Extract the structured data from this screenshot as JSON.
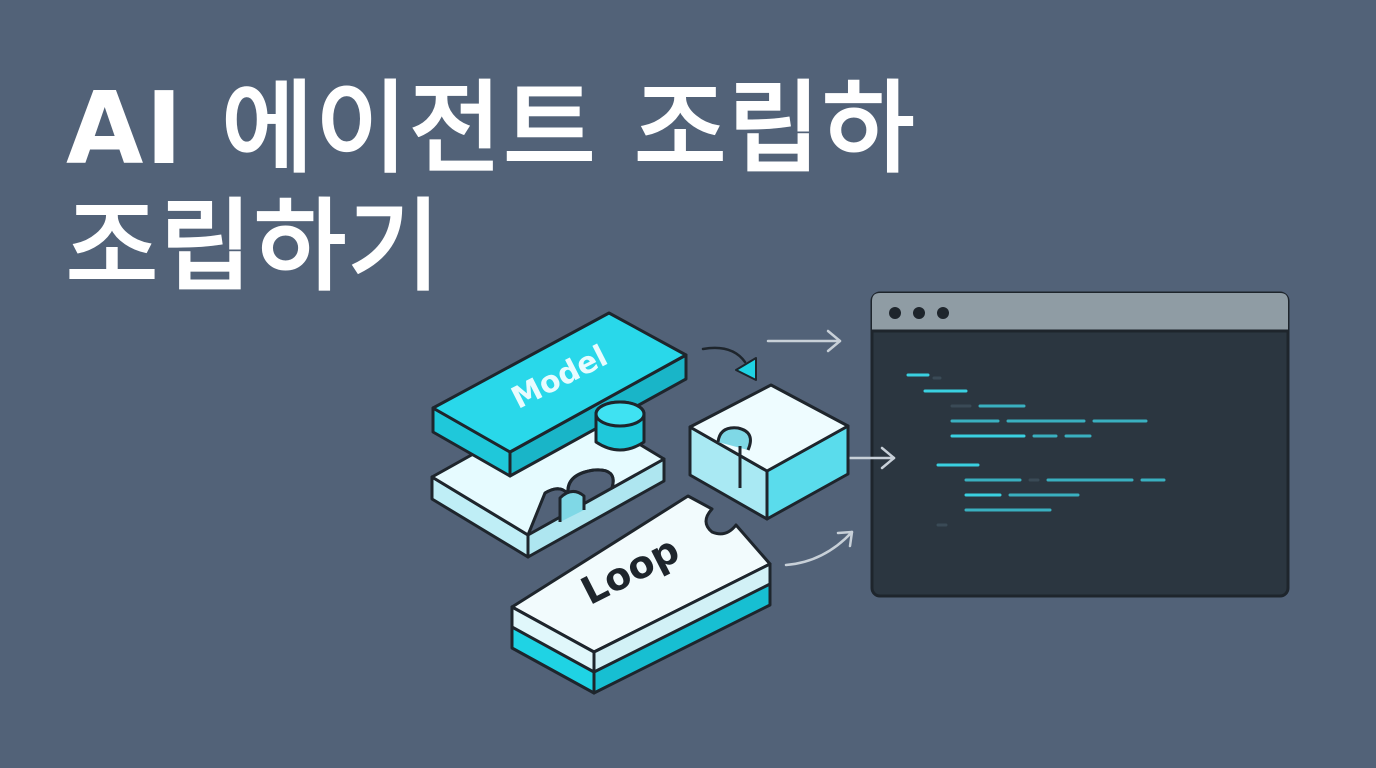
{
  "title": {
    "line1": "AI 에이전트 조립하",
    "line2": "조립하기"
  },
  "pieces": {
    "model_label": "Model",
    "loop_label": "Loop"
  },
  "colors": {
    "background": "#526278",
    "accent": "#1fd3e4",
    "piece_light": "#e8fcff",
    "editor_bg": "#2b3640",
    "editor_titlebar": "#8f9ca4"
  }
}
